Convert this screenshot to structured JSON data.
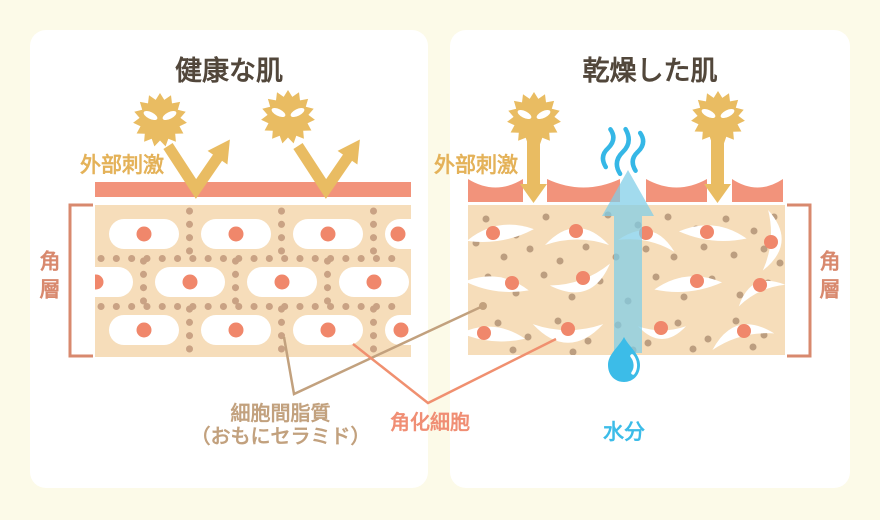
{
  "page": {
    "bg_color": "#FCFAE8",
    "card_color": "#FFFFFF"
  },
  "panels": {
    "healthy": {
      "title": "健康な肌",
      "stimulus_label": "外部刺激",
      "stratum_label": "角層"
    },
    "dry": {
      "title": "乾燥した肌",
      "stimulus_label": "外部刺激",
      "stratum_label": "角層"
    }
  },
  "annotations": {
    "lipid_label_line1": "細胞間脂質",
    "lipid_label_line2": "（おもにセラミド）",
    "keratinocyte_label": "角化細胞",
    "moisture_label": "水分"
  },
  "colors": {
    "title_text": "#52473B",
    "gold": "#E9BC62",
    "gold_text": "#E4B259",
    "surface_salmon": "#F2937B",
    "skin_tan": "#F6DDBA",
    "dot_tan": "#C9A284",
    "dot_tan_dry": "#BC9E80",
    "nucleus_coral": "#F0876B",
    "bracket_coral": "#D8896E",
    "lipid_text": "#C2A17E",
    "keratinocyte_text": "#F08E74",
    "water_blue": "#3CBCE8",
    "steam_blue": "#35B7E6",
    "evaporation_blue": "#7ECDE4"
  },
  "icons": [
    {
      "name": "irritant-icon",
      "shape": "spiky-ball-with-angry-eyes"
    },
    {
      "name": "bounce-arrow-icon",
      "shape": "v-shaped-rebound-arrow"
    },
    {
      "name": "penetrate-arrow-icon",
      "shape": "straight-down-arrow"
    },
    {
      "name": "evaporation-arrow-icon",
      "shape": "translucent-up-arrow"
    },
    {
      "name": "steam-icon",
      "shape": "three-wavy-lines"
    },
    {
      "name": "water-drop-icon",
      "shape": "droplet"
    }
  ]
}
